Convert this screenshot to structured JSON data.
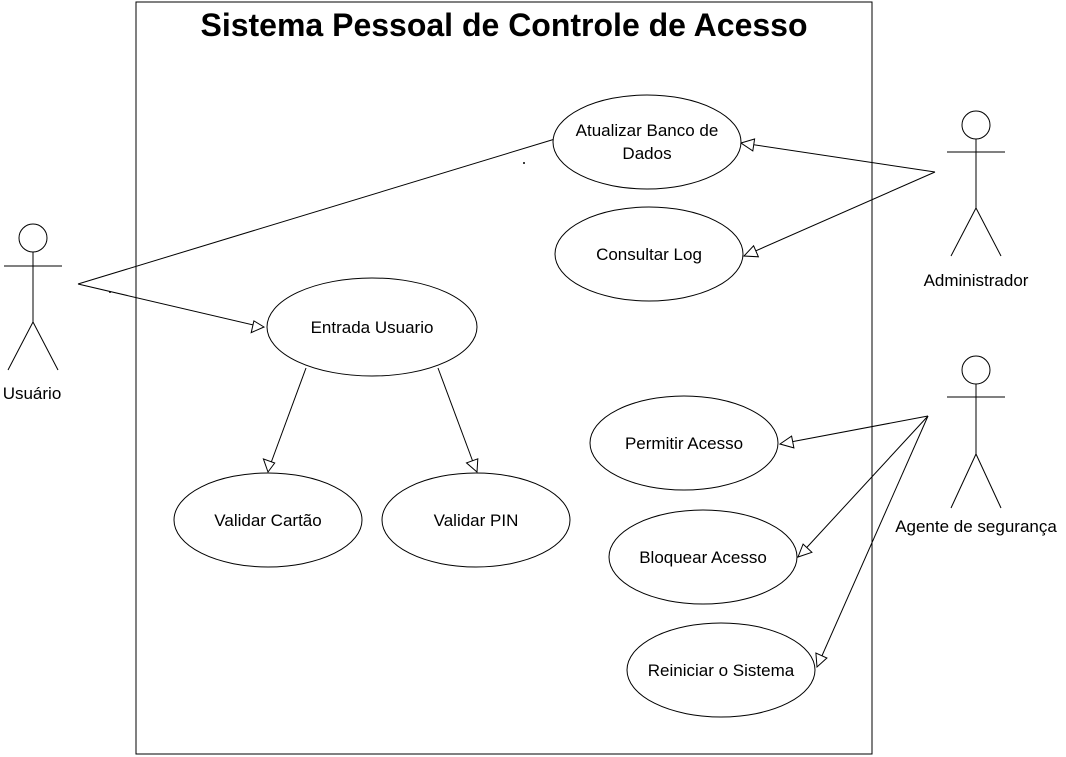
{
  "system": {
    "title": "Sistema Pessoal de Controle de Acesso"
  },
  "actors": {
    "usuario": "Usuário",
    "administrador": "Administrador",
    "agente": "Agente de segurança"
  },
  "use_cases": {
    "atualizar": [
      "Atualizar Banco de",
      "Dados"
    ],
    "consultar": "Consultar Log",
    "entrada": "Entrada Usuario",
    "cartao": "Validar Cartão",
    "pin": "Validar PIN",
    "permitir": "Permitir Acesso",
    "bloquear": "Bloquear Acesso",
    "reiniciar": "Reiniciar o Sistema"
  }
}
